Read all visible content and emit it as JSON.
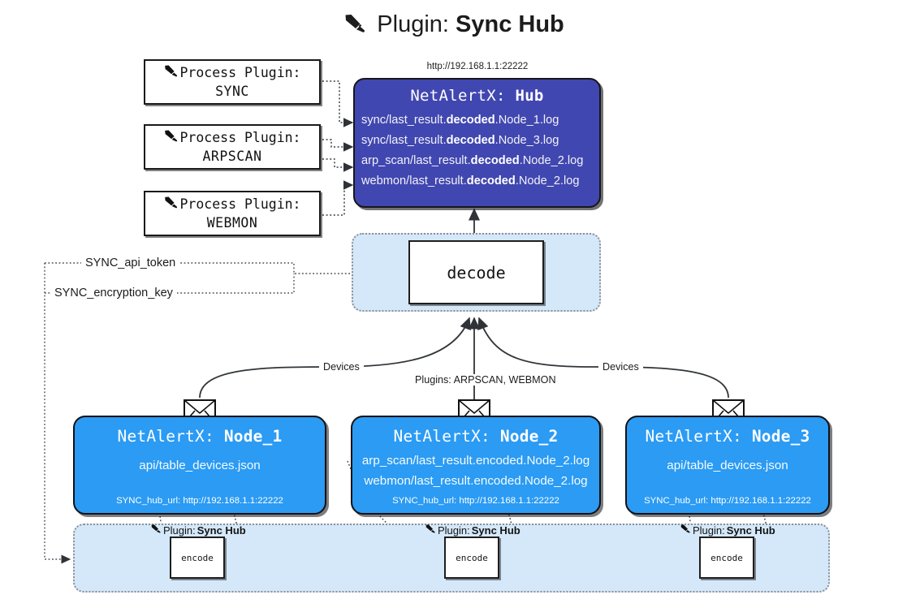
{
  "title": {
    "icon": "plug-icon",
    "prefix": "Plugin:",
    "name": "Sync Hub"
  },
  "hub": {
    "url": "http://192.168.1.1:22222",
    "label_prefix": "NetAlertX:",
    "label_name": "Hub",
    "loglines": [
      {
        "pre": "sync/last_result.",
        "mid": "decoded",
        "post": ".Node_1.log"
      },
      {
        "pre": "sync/last_result.",
        "mid": "decoded",
        "post": ".Node_3.log"
      },
      {
        "pre": "arp_scan/last_result.",
        "mid": "decoded",
        "post": ".Node_2.log"
      },
      {
        "pre": "webmon/last_result.",
        "mid": "decoded",
        "post": ".Node_2.log"
      }
    ],
    "color": "#4147b0"
  },
  "process_plugins": [
    {
      "icon": "plug-icon",
      "line1": "Process Plugin:",
      "line2": "SYNC"
    },
    {
      "icon": "plug-icon",
      "line1": "Process Plugin:",
      "line2": "ARPSCAN"
    },
    {
      "icon": "plug-icon",
      "line1": "Process Plugin:",
      "line2": "WEBMON"
    }
  ],
  "decode": {
    "label": "decode",
    "container_color": "#d4e8fa"
  },
  "keys": {
    "api_token": "SYNC_api_token",
    "encryption_key": "SYNC_encryption_key"
  },
  "edge_labels": {
    "devices_left": "Devices",
    "devices_right": "Devices",
    "plugins_mid": "Plugins: ARPSCAN, WEBMON"
  },
  "nodes": [
    {
      "label_prefix": "NetAlertX:",
      "label_name": "Node_1",
      "lines": [
        "api/table_devices.json"
      ],
      "hub_url_label": "SYNC_hub_url: http://192.168.1.1:22222",
      "color": "#2b9bf4"
    },
    {
      "label_prefix": "NetAlertX:",
      "label_name": "Node_2",
      "lines": [
        "arp_scan/last_result.encoded.Node_2.log",
        "webmon/last_result.encoded.Node_2.log"
      ],
      "hub_url_label": "SYNC_hub_url: http://192.168.1.1:22222",
      "color": "#2b9bf4"
    },
    {
      "label_prefix": "NetAlertX:",
      "label_name": "Node_3",
      "lines": [
        "api/table_devices.json"
      ],
      "hub_url_label": "SYNC_hub_url: http://192.168.1.1:22222",
      "color": "#2b9bf4"
    }
  ],
  "encoders": [
    {
      "icon": "plug-icon",
      "label_prefix": "Plugin:",
      "label_name": "Sync Hub",
      "box_label": "encode"
    },
    {
      "icon": "plug-icon",
      "label_prefix": "Plugin:",
      "label_name": "Sync Hub",
      "box_label": "encode"
    },
    {
      "icon": "plug-icon",
      "label_prefix": "Plugin:",
      "label_name": "Sync Hub",
      "box_label": "encode"
    }
  ]
}
